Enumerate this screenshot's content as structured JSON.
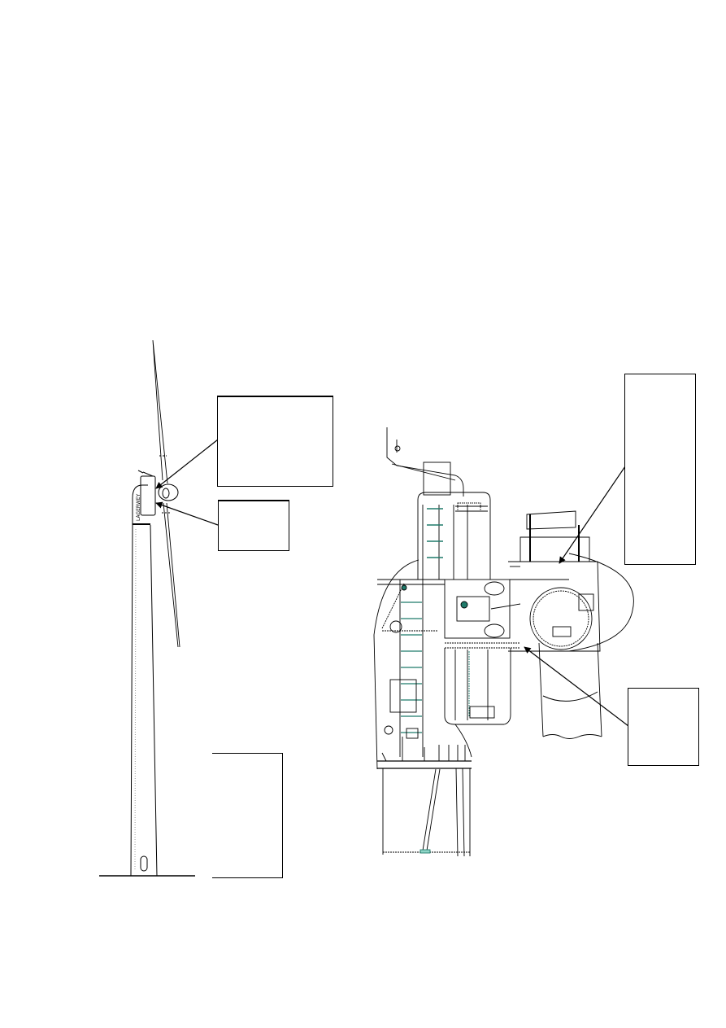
{
  "figure": {
    "type": "technical-diagram",
    "subject": "wind turbine",
    "colors": {
      "line": "#000000",
      "accent": "#1f7a6a",
      "background": "#ffffff"
    }
  },
  "turbine_side_view": {
    "nacelle_label": "LAGERWEY"
  },
  "callouts": [
    {
      "id": "callout-1",
      "text": "",
      "target": "nacelle top (side view)"
    },
    {
      "id": "callout-2",
      "text": "",
      "target": "nacelle lower (side view)"
    },
    {
      "id": "callout-3",
      "text": "",
      "target": "tower (side view)"
    },
    {
      "id": "callout-4",
      "text": "",
      "target": "nacelle upper component (cutaway)"
    },
    {
      "id": "callout-5",
      "text": "",
      "target": "nacelle floor / yaw (cutaway)"
    }
  ]
}
